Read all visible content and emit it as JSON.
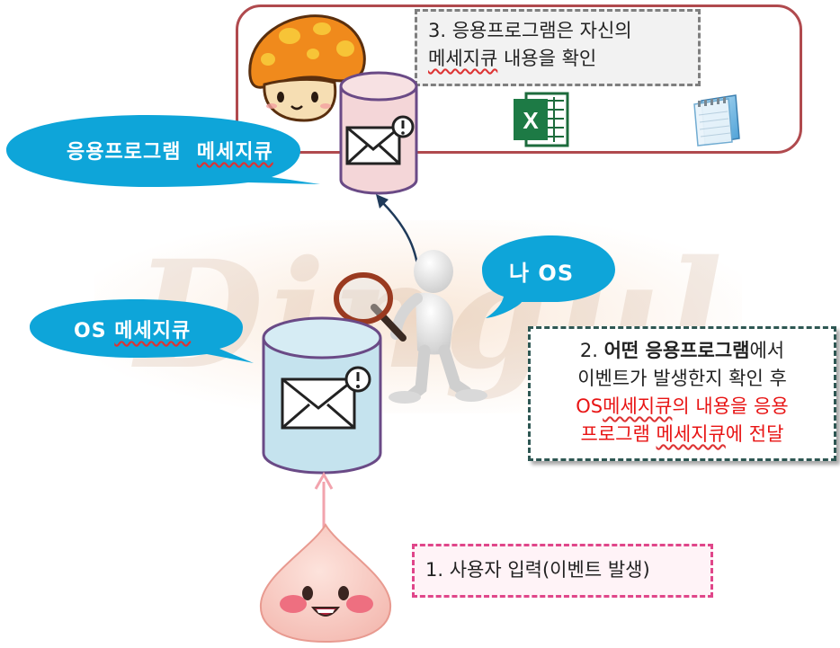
{
  "watermark": "Dingul",
  "app_section": {
    "note": {
      "line1": "3. 응용프로그램은 자신의",
      "line2_underlined": "메세지큐",
      "line2_rest": " 내용을 확인"
    },
    "icons": [
      "excel-icon",
      "notepad-icon"
    ],
    "excel_letter": "X"
  },
  "bubbles": {
    "app_queue": {
      "label_a": "응용프로그램",
      "label_b": "메세지큐",
      "color": "#0ea5d9"
    },
    "os_queue": {
      "label_a": "OS",
      "label_b": "메세지큐",
      "color": "#0ea5d9"
    },
    "me_os": {
      "label": "나 OS",
      "color": "#0ea5d9"
    }
  },
  "os_note": {
    "line1_prefix": "2. ",
    "line1_bold": "어떤 응용프로그램",
    "line1_suffix": "에서",
    "line2": "이벤트가 발생한지 확인 후",
    "line3_red_a": "OS",
    "line3_red_b": "메세지큐",
    "line3_red_c": "의 내용을 응용",
    "line4_red_a": "프로그램 ",
    "line4_red_b": "메세지큐",
    "line4_red_c": "에 전달"
  },
  "user_note": {
    "text": "1. 사용자 입력(이벤트 발생)"
  },
  "colors": {
    "app_queue_fill": "#f4d6d8",
    "os_queue_fill": "#c5e3ee",
    "cylinder_stroke": "#6a4a86",
    "frame": "#b04a4e",
    "arrow_up": "#f2a3ad",
    "arrow_app": "#1f3a5a",
    "user_blob": "#f6c9c2"
  }
}
